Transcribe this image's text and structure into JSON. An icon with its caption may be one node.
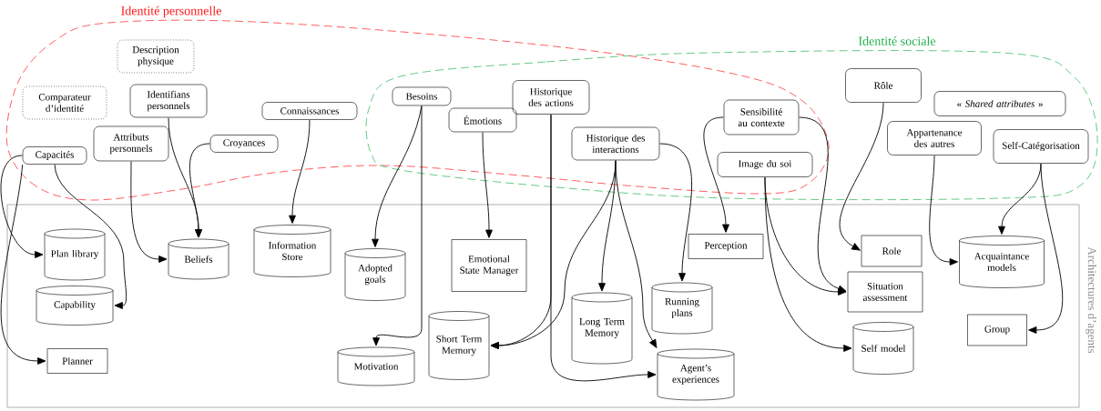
{
  "diagram": {
    "nodes": [
      {
        "text": [
          "Identité personnelle"
        ]
      },
      {
        "text": [
          "Identité sociale"
        ]
      },
      {
        "text": [
          "Architectures d’agents"
        ]
      },
      {
        "text": [
          "Description physique"
        ],
        "in": 0
      },
      {
        "text": [
          "Comparateur d’identité"
        ],
        "in": 0
      },
      {
        "text": [
          "Identifians personnels"
        ],
        "in": 0
      },
      {
        "text": [
          "Connaissances"
        ],
        "in": 0
      },
      {
        "text": [
          "Attributs personnels"
        ],
        "in": 0
      },
      {
        "text": [
          "Croyances"
        ],
        "in": 0
      },
      {
        "text": [
          "Capacités"
        ],
        "in": 0
      },
      {
        "text": [
          "Besoins"
        ]
      },
      {
        "text": [
          "Historique des actions"
        ]
      },
      {
        "text": [
          "Émotions"
        ]
      },
      {
        "text": [
          "Historique des interactions"
        ]
      },
      {
        "text": [
          "Sensibilité au contexte"
        ]
      },
      {
        "text": [
          "Image du soi"
        ]
      },
      {
        "text": [
          "Rôle"
        ],
        "in": 1
      },
      {
        "text": [
          "« *Shared attributes* »"
        ],
        "in": 1
      },
      {
        "text": [
          "Appartenance des autres"
        ],
        "in": 1
      },
      {
        "text": [
          "Self-Catégorisation"
        ],
        "in": 1
      },
      {
        "text": [
          "Plan library"
        ],
        "in": 2
      },
      {
        "text": [
          "Capability"
        ],
        "in": 2
      },
      {
        "text": [
          "Planner"
        ],
        "in": 2
      },
      {
        "text": [
          "Beliefs"
        ],
        "in": 2
      },
      {
        "text": [
          "Information Store"
        ],
        "in": 2
      },
      {
        "text": [
          "Adopted goals"
        ],
        "in": 2
      },
      {
        "text": [
          "Motivation"
        ],
        "in": 2
      },
      {
        "text": [
          "Emotional State Manager"
        ],
        "in": 2
      },
      {
        "text": [
          "Short Term Memory"
        ],
        "in": 2
      },
      {
        "text": [
          "Long Term Memory"
        ],
        "in": 2
      },
      {
        "text": [
          "Running plans"
        ],
        "in": 2
      },
      {
        "text": [
          "Agent’s experiences"
        ],
        "in": 2
      },
      {
        "text": [
          "Perception"
        ],
        "in": 2
      },
      {
        "text": [
          "Role"
        ],
        "in": 2
      },
      {
        "text": [
          "Situation assessment"
        ],
        "in": 2
      },
      {
        "text": [
          "Self model"
        ],
        "in": 2
      },
      {
        "text": [
          "Acquaintance models"
        ],
        "in": 2
      },
      {
        "text": [
          "Group"
        ],
        "in": 2
      }
    ],
    "edges": [
      {
        "from": 9,
        "to": 20,
        "arrow": "to"
      },
      {
        "from": 9,
        "to": 21,
        "arrow": "to"
      },
      {
        "from": 9,
        "to": 22,
        "arrow": "to"
      },
      {
        "from": 7,
        "to": 23,
        "arrow": "to"
      },
      {
        "from": 5,
        "to": 23,
        "arrow": "to"
      },
      {
        "from": 8,
        "to": 23,
        "arrow": "to"
      },
      {
        "from": 6,
        "to": 24,
        "arrow": "to"
      },
      {
        "from": 10,
        "to": 25,
        "arrow": "to"
      },
      {
        "from": 10,
        "to": 26,
        "arrow": "to"
      },
      {
        "from": 12,
        "to": 27,
        "arrow": "to"
      },
      {
        "from": 11,
        "to": 28,
        "arrow": "to"
      },
      {
        "from": 11,
        "to": 31,
        "arrow": "to"
      },
      {
        "from": 13,
        "to": 29,
        "arrow": "to"
      },
      {
        "from": 13,
        "to": 28,
        "arrow": "to"
      },
      {
        "from": 13,
        "to": 31,
        "arrow": "to"
      },
      {
        "from": 13,
        "to": 30,
        "arrow": "to"
      },
      {
        "from": 14,
        "to": 32,
        "arrow": "to"
      },
      {
        "from": 14,
        "to": 34,
        "arrow": "to"
      },
      {
        "from": 15,
        "to": 34,
        "arrow": "to"
      },
      {
        "from": 15,
        "to": 35,
        "arrow": "to"
      },
      {
        "from": 16,
        "to": 33,
        "arrow": "to"
      },
      {
        "from": 18,
        "to": 36,
        "arrow": "to"
      },
      {
        "from": 19,
        "to": 36,
        "arrow": "to"
      },
      {
        "from": 19,
        "to": 37,
        "arrow": "to"
      }
    ]
  }
}
